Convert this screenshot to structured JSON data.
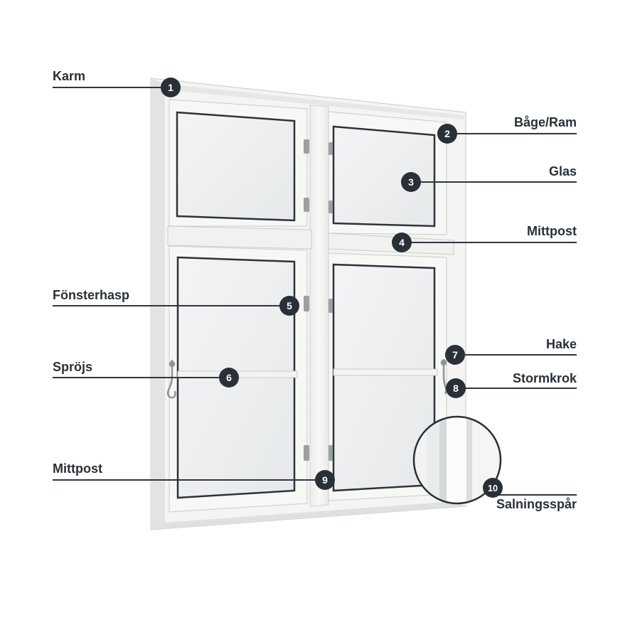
{
  "labels": [
    {
      "number": "1",
      "text": "Karm"
    },
    {
      "number": "2",
      "text": "Båge/Ram"
    },
    {
      "number": "3",
      "text": "Glas"
    },
    {
      "number": "4",
      "text": "Mittpost"
    },
    {
      "number": "5",
      "text": "Fönsterhasp"
    },
    {
      "number": "6",
      "text": "Spröjs"
    },
    {
      "number": "7",
      "text": "Hake"
    },
    {
      "number": "8",
      "text": "Stormkrok"
    },
    {
      "number": "9",
      "text": "Mittpost"
    },
    {
      "number": "10",
      "text": "Salningsspår"
    }
  ],
  "colors": {
    "frame": "#f4f5f3",
    "frame_shadow": "#e1e3e1",
    "frame_edge": "#c8cbc9",
    "glass": "#eef0f1",
    "glass_edge": "#2e3338",
    "hardware": "#9aa0a4",
    "badge": "#2a3038",
    "leader": "#2f3640",
    "label_text": "#2a3038"
  }
}
